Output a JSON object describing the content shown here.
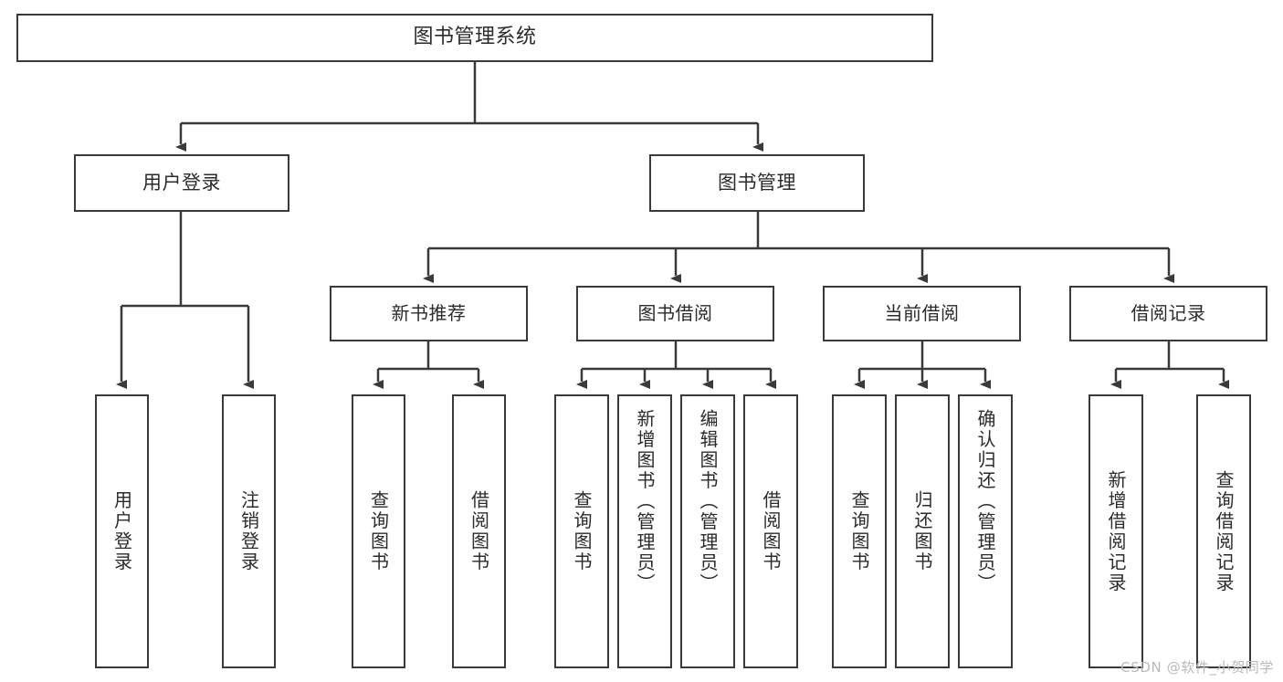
{
  "diagram": {
    "type": "tree-hierarchy-chart",
    "title": "图书管理系统",
    "line_color": "#3a3a3a",
    "box_border_color": "#3a3a3a",
    "box_fill_color": "#ffffff",
    "text_color": "#2b2b2b",
    "background_color": "#ffffff",
    "watermark": "CSDN @软件_小贺同学",
    "nodes": {
      "root": {
        "label": "图书管理系统"
      },
      "level1": [
        {
          "label": "用户登录"
        },
        {
          "label": "图书管理"
        }
      ],
      "level2": [
        {
          "label": "新书推荐"
        },
        {
          "label": "图书借阅"
        },
        {
          "label": "当前借阅"
        },
        {
          "label": "借阅记录"
        }
      ],
      "leaves": {
        "user_login": [
          {
            "label": "用户登录"
          },
          {
            "label": "注销登录"
          }
        ],
        "new_book_recommend": [
          {
            "label": "查询图书"
          },
          {
            "label": "借阅图书"
          }
        ],
        "book_borrow": [
          {
            "label": "查询图书"
          },
          {
            "label": "新增图书（管理员）"
          },
          {
            "label": "编辑图书（管理员）"
          },
          {
            "label": "借阅图书"
          }
        ],
        "current_borrow": [
          {
            "label": "查询图书"
          },
          {
            "label": "归还图书"
          },
          {
            "label": "确认归还（管理员）"
          }
        ],
        "borrow_record": [
          {
            "label": "新增借阅记录"
          },
          {
            "label": "查询借阅记录"
          }
        ]
      }
    }
  }
}
